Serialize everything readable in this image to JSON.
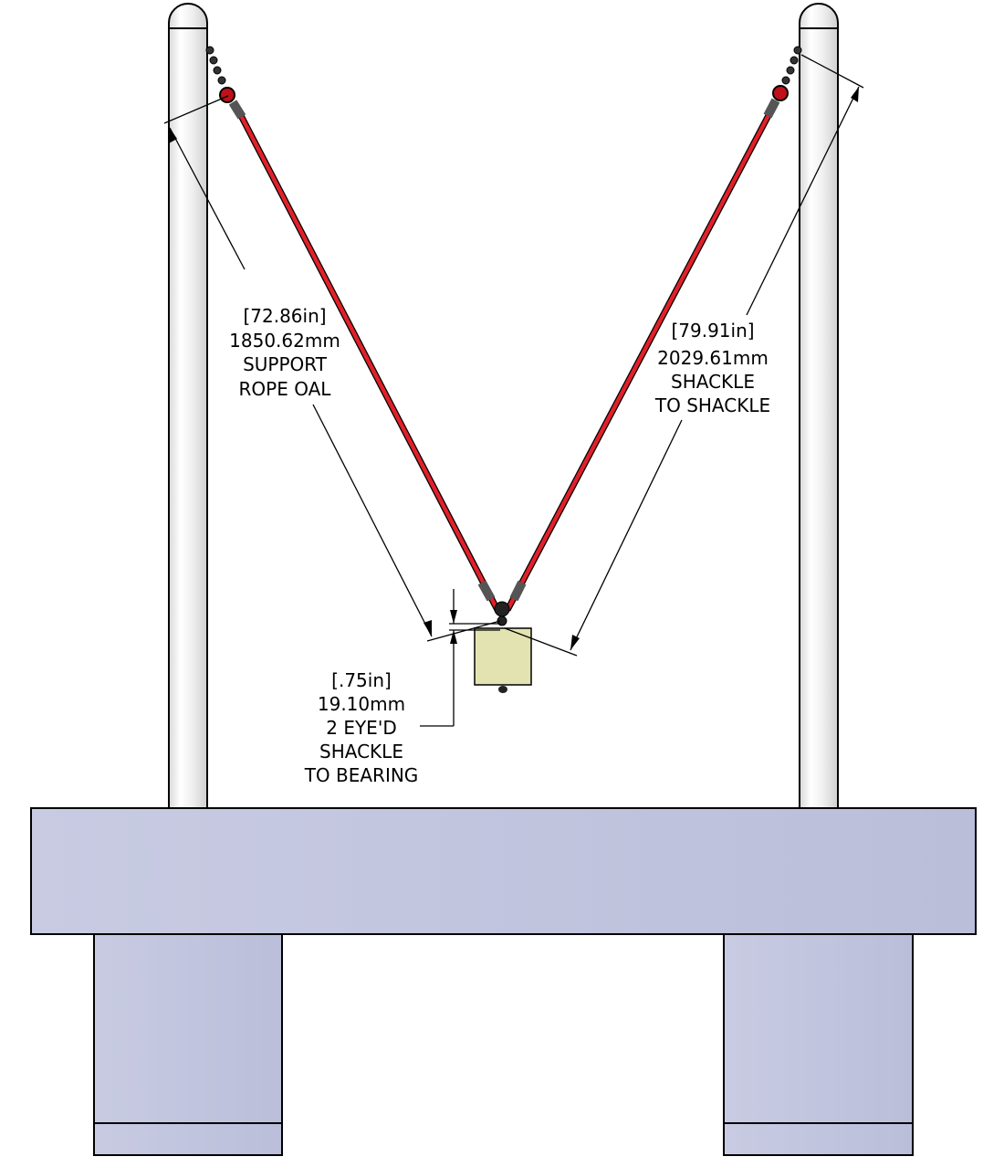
{
  "diagram": {
    "colors": {
      "rope": "#e0202a",
      "pole": "#eeeeee",
      "base": "#bfc3dc",
      "bearing": "#e2e3b0",
      "background": "#ffffff"
    },
    "dimensions": [
      {
        "imperial": "[72.86in]",
        "metric": "1850.62mm",
        "lines": [
          "SUPPORT",
          "ROPE OAL"
        ]
      },
      {
        "imperial": "[79.91in]",
        "metric": "2029.61mm",
        "lines": [
          "SHACKLE",
          "TO SHACKLE"
        ]
      },
      {
        "imperial": "[.75in]",
        "metric": "19.10mm",
        "lines": [
          "2 EYE'D",
          "SHACKLE",
          "TO BEARING"
        ]
      }
    ]
  }
}
